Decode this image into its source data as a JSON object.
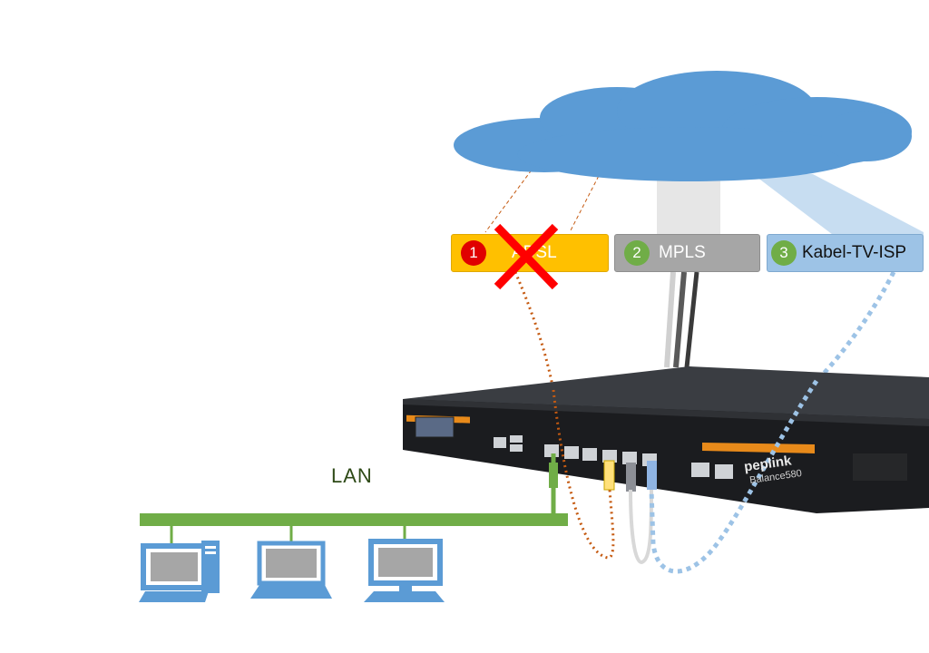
{
  "cloud": {
    "color": "#5b9bd5"
  },
  "wan_links": [
    {
      "number": "1",
      "label": "ADSL",
      "status": "failed",
      "box_color": "#ffc000",
      "badge_color": "#e00000"
    },
    {
      "number": "2",
      "label": "MPLS",
      "status": "active",
      "box_color": "#a6a6a6",
      "badge_color": "#70ad47"
    },
    {
      "number": "3",
      "label": "Kabel-TV-ISP",
      "status": "active",
      "box_color": "#9dc3e6",
      "badge_color": "#70ad47"
    }
  ],
  "lan": {
    "label": "LAN",
    "bus_color": "#70ad47"
  },
  "router": {
    "brand": "peplink",
    "model": "Balance580"
  },
  "lan_devices": [
    "desktop-computer-icon",
    "laptop-icon",
    "monitor-computer-icon"
  ],
  "failure_marker": {
    "icon": "red-x-icon",
    "color": "#ff0000"
  }
}
